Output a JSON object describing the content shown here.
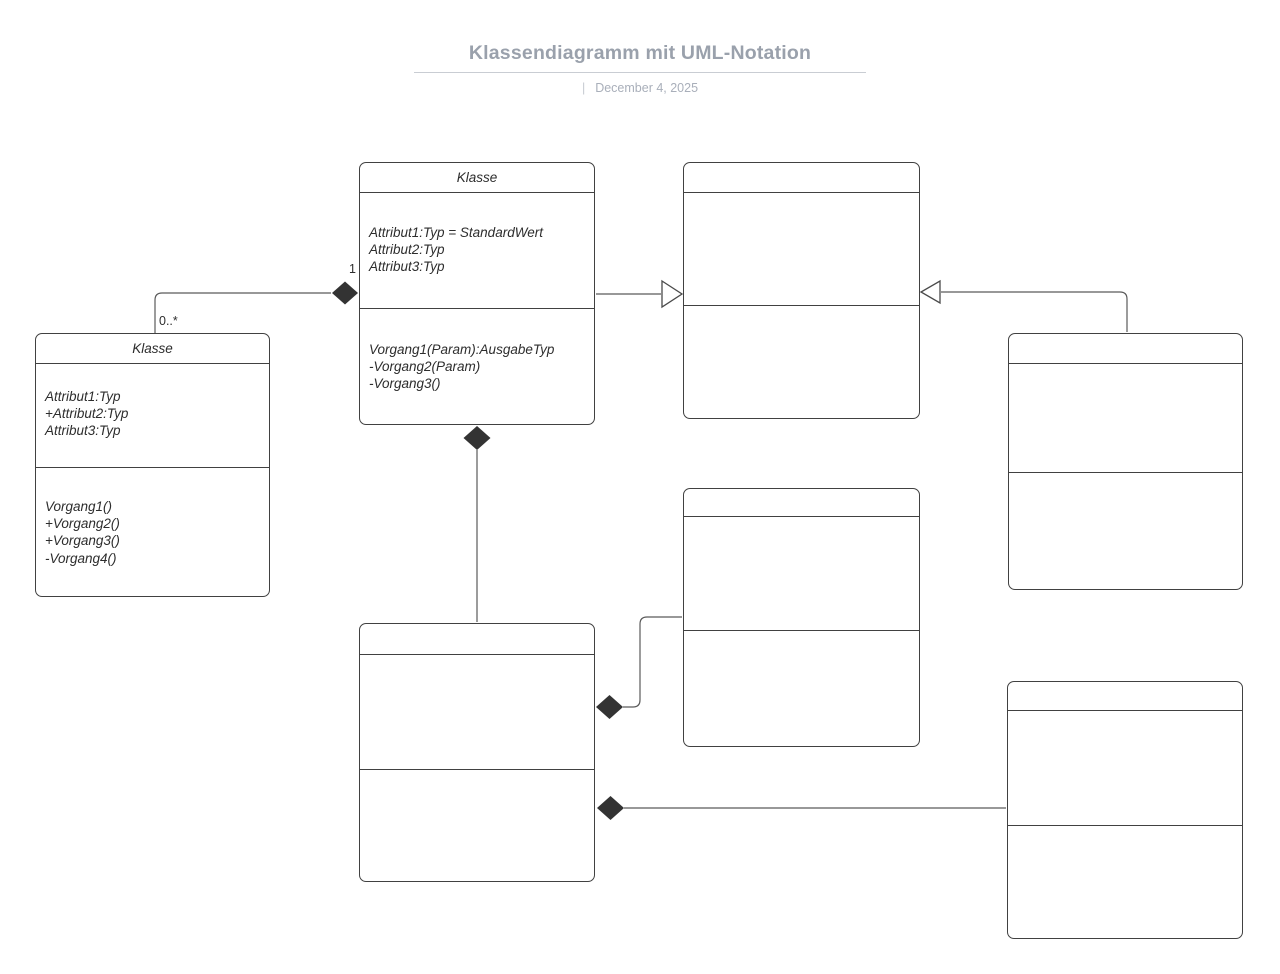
{
  "page": {
    "title": "Klassendiagramm mit UML-Notation",
    "date": "December 4, 2025",
    "date_separator": "|"
  },
  "diagram": {
    "classes": [
      {
        "id": "class-main",
        "title": "Klasse",
        "attributes": [
          "Attribut1:Typ = StandardWert",
          "Attribut2:Typ",
          "Attribut3:Typ"
        ],
        "operations": [
          "Vorgang1(Param):AusgabeTyp",
          "-Vorgang2(Param)",
          "-Vorgang3()"
        ]
      },
      {
        "id": "class-left",
        "title": "Klasse",
        "attributes": [
          "Attribut1:Typ",
          "+Attribut2:Typ",
          "Attribut3:Typ"
        ],
        "operations": [
          "Vorgang1()",
          "+Vorgang2()",
          "+Vorgang3()",
          "-Vorgang4()"
        ]
      },
      {
        "id": "class-super-top-right",
        "title": "",
        "attributes": [],
        "operations": []
      },
      {
        "id": "class-right",
        "title": "",
        "attributes": [],
        "operations": []
      },
      {
        "id": "class-middle",
        "title": "",
        "attributes": [],
        "operations": []
      },
      {
        "id": "class-bottom-center",
        "title": "",
        "attributes": [],
        "operations": []
      },
      {
        "id": "class-bottom-right",
        "title": "",
        "attributes": [],
        "operations": []
      }
    ],
    "labels": {
      "multiplicity_one": "1",
      "multiplicity_many": "0..*"
    },
    "relationships": [
      {
        "type": "composition",
        "marker": "filled-diamond",
        "whole": "class-main",
        "part": "class-left",
        "multiplicity_whole": "1",
        "multiplicity_part": "0..*"
      },
      {
        "type": "generalization",
        "marker": "hollow-triangle",
        "superclass": "class-super-top-right",
        "subclass": "class-main"
      },
      {
        "type": "generalization",
        "marker": "hollow-triangle",
        "superclass": "class-super-top-right",
        "subclass": "class-right"
      },
      {
        "type": "composition",
        "marker": "filled-diamond",
        "whole": "class-main",
        "part": "class-bottom-center"
      },
      {
        "type": "composition",
        "marker": "filled-diamond",
        "whole": "class-bottom-center",
        "part": "class-middle"
      },
      {
        "type": "composition",
        "marker": "filled-diamond",
        "whole": "class-bottom-center",
        "part": "class-bottom-right"
      }
    ],
    "colors": {
      "background": "#ffffff",
      "box_border": "#414141",
      "connector": "#5a5a5a",
      "diamond_fill": "#333333",
      "triangle_fill": "#ffffff",
      "class_text": "#2d2d2d",
      "heading_text": "#9aa1ac",
      "date_text": "#a9afba"
    }
  }
}
